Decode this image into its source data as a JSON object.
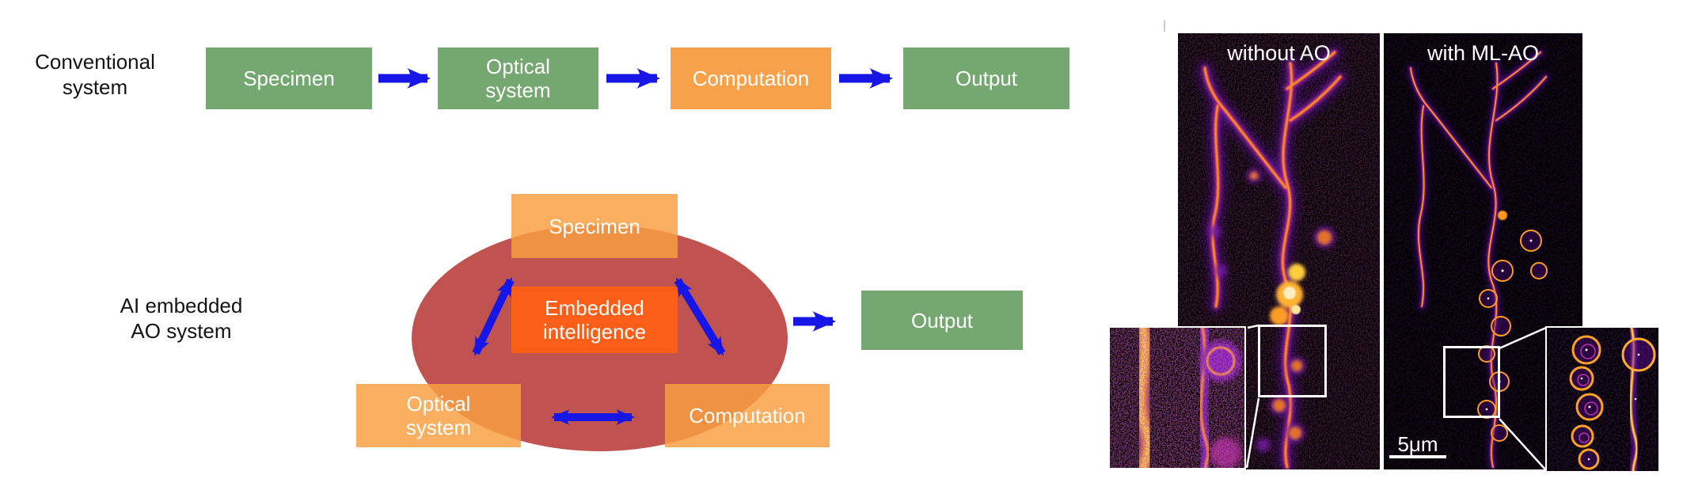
{
  "figure": {
    "conventional": {
      "label": "Conventional\nsystem",
      "boxes": [
        {
          "label": "Specimen",
          "color": "green"
        },
        {
          "label": "Optical\nsystem",
          "color": "green"
        },
        {
          "label": "Computation",
          "color": "orange"
        },
        {
          "label": "Output",
          "color": "green"
        }
      ]
    },
    "ai": {
      "label": "AI embedded\nAO system",
      "specimen": "Specimen",
      "intelligence": "Embedded\nintelligence",
      "optical": "Optical\nsystem",
      "computation": "Computation",
      "output": "Output"
    },
    "microscopy": {
      "left_label": "without AO",
      "right_label": "with ML-AO",
      "scale_bar_label": "5μm"
    },
    "colors": {
      "box_green": "#74a870",
      "box_orange": "#f7a24b",
      "ellipse_red": "#c0534f",
      "intelligence_orange": "#fb5e17",
      "arrow_blue": "#1616e6",
      "panel_background": "#000000",
      "annotation_white": "#ffffff"
    },
    "icons": [
      "arrow-right-icon",
      "double-arrow-icon"
    ]
  }
}
